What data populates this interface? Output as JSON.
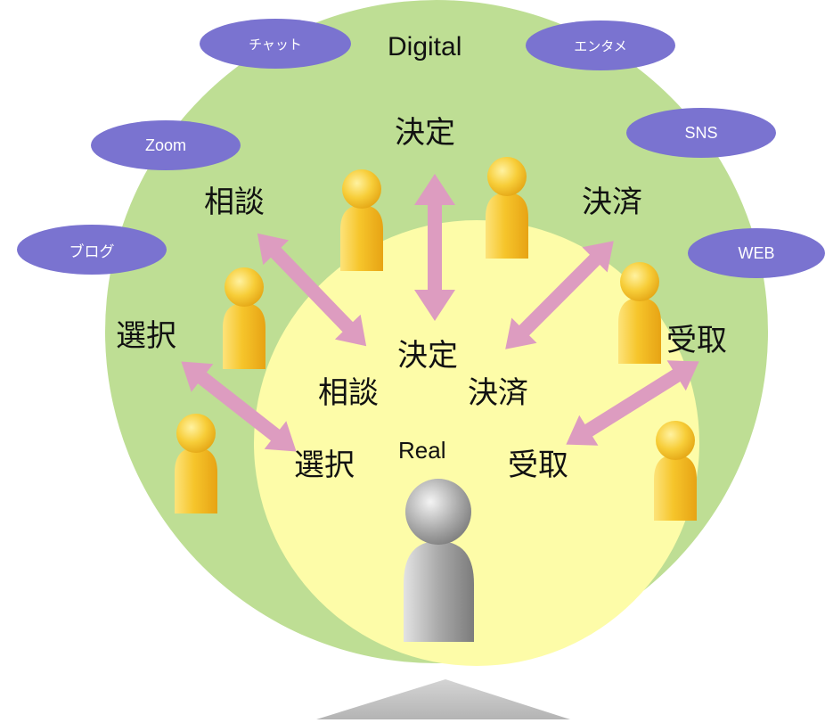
{
  "diagram": {
    "outer_label": "Digital",
    "inner_label": "Real",
    "channels": {
      "chat": "チャット",
      "entame": "エンタメ",
      "zoom": "Zoom",
      "sns": "SNS",
      "blog": "ブログ",
      "web": "WEB"
    },
    "digital_stages": {
      "decide": "決定",
      "consult": "相談",
      "settle": "決済",
      "select": "選択",
      "receive": "受取"
    },
    "real_stages": {
      "decide": "決定",
      "consult": "相談",
      "settle": "決済",
      "select": "選択",
      "receive": "受取"
    }
  },
  "colors": {
    "outer_circle": "#bede94",
    "inner_circle": "#fdfca8",
    "channel_pill": "#7a73d0",
    "arrow": "#dd9cc0",
    "customer_figure": "#f5c22a",
    "person_figure": "#a8a8a8",
    "bottom_shape": "#c2c2c2"
  }
}
